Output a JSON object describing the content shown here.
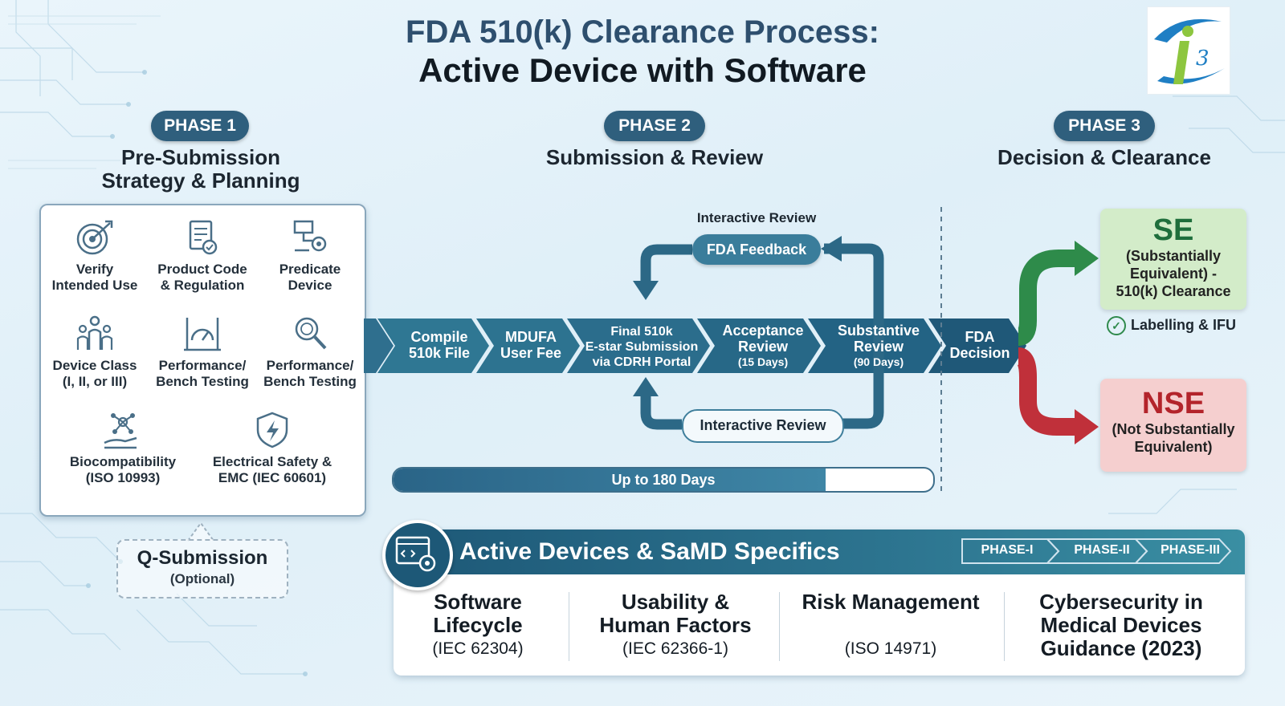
{
  "header": {
    "title_line1": "FDA 510(k) Clearance Process:",
    "title_line2": "Active Device with Software",
    "logo_text": "i3"
  },
  "phases": [
    {
      "pill": "PHASE 1",
      "title_line1": "Pre-Submission",
      "title_line2": "Strategy & Planning"
    },
    {
      "pill": "PHASE 2",
      "title_line1": "Submission & Review",
      "title_line2": ""
    },
    {
      "pill": "PHASE 3",
      "title_line1": "Decision & Clearance",
      "title_line2": ""
    }
  ],
  "phase1_items": [
    {
      "line1": "Verify",
      "line2": "Intended Use",
      "icon": "target-icon"
    },
    {
      "line1": "Product Code",
      "line2": "& Regulation",
      "icon": "document-check-icon"
    },
    {
      "line1": "Predicate",
      "line2": "Device",
      "icon": "gear-flow-icon"
    },
    {
      "line1": "Device Class",
      "line2": "(I, II, or III)",
      "icon": "people-icon"
    },
    {
      "line1": "Performance/",
      "line2": "Bench Testing",
      "icon": "gauge-icon"
    },
    {
      "line1": "Performance/",
      "line2": "Bench Testing",
      "icon": "magnifier-icon"
    },
    {
      "line1": "Biocompatibility",
      "line2": "(ISO 10993)",
      "icon": "molecule-hand-icon"
    },
    {
      "line1": "Electrical Safety &",
      "line2": "EMC (IEC 60601)",
      "icon": "shield-bolt-icon"
    }
  ],
  "q_submission": {
    "title": "Q-Submission",
    "subtitle": "(Optional)"
  },
  "flow_steps": [
    {
      "line1": "Compile",
      "line2": "510k File",
      "line3": ""
    },
    {
      "line1": "MDUFA",
      "line2": "User Fee",
      "line3": ""
    },
    {
      "line1": "Final 510k",
      "line2": "E-star Submission",
      "line3": "via CDRH Portal"
    },
    {
      "line1": "Acceptance",
      "line2": "Review",
      "line3": "(15 Days)"
    },
    {
      "line1": "Substantive",
      "line2": "Review",
      "line3": "(90 Days)"
    },
    {
      "line1": "FDA",
      "line2": "Decision",
      "line3": ""
    }
  ],
  "review_loop": {
    "top_label": "Interactive Review",
    "feedback_pill": "FDA Feedback",
    "bottom_pill": "Interactive Review"
  },
  "timeline": {
    "label": "Up to 180 Days",
    "fill_fraction": 0.8
  },
  "outcomes": {
    "se": {
      "title": "SE",
      "line1": "(Substantially",
      "line2": "Equivalent) -",
      "line3": "510(k) Clearance",
      "color": "#1f6e3c"
    },
    "labelling": "Labelling & IFU",
    "nse": {
      "title": "NSE",
      "line1": "(Not Substantially",
      "line2": "Equivalent)",
      "color": "#b3242b"
    }
  },
  "samd": {
    "title": "Active Devices & SaMD Specifics",
    "mini_phases": [
      "PHASE-I",
      "PHASE-II",
      "PHASE-III"
    ],
    "columns": [
      {
        "line1": "Software",
        "line2": "Lifecycle",
        "line3": "",
        "sub": "(IEC 62304)"
      },
      {
        "line1": "Usability &",
        "line2": "Human Factors",
        "line3": "",
        "sub": "(IEC 62366-1)"
      },
      {
        "line1": "Risk Management",
        "line2": "",
        "line3": "",
        "sub": "(ISO 14971)"
      },
      {
        "line1": "Cybersecurity in",
        "line2": "Medical Devices",
        "line3": "Guidance (2023)",
        "sub": ""
      }
    ]
  },
  "colors": {
    "primary": "#2f5f7d",
    "flow": "#2f6f8e",
    "se_arrow": "#2e8b4a",
    "nse_arrow": "#c0303a"
  }
}
